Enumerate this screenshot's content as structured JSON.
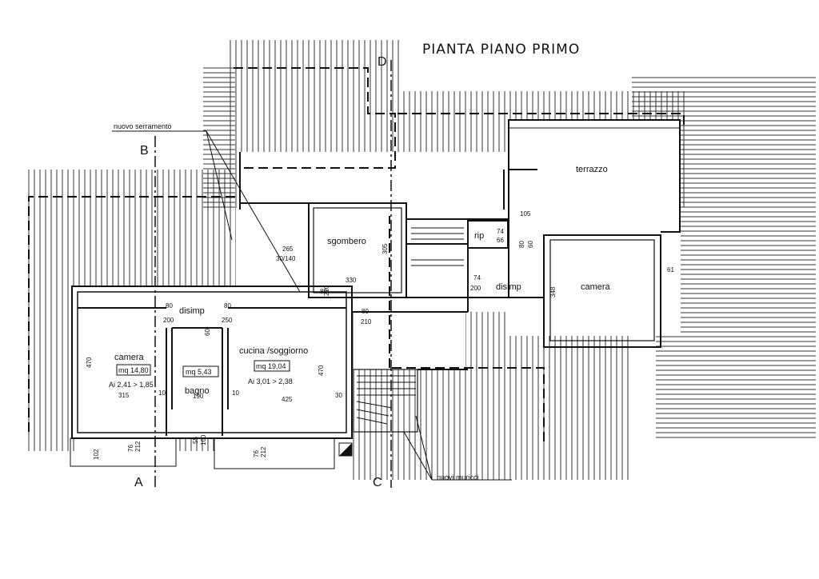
{
  "title": "PIANTA PIANO PRIMO",
  "sections": {
    "a": "A",
    "b": "B",
    "c": "C",
    "d": "D"
  },
  "notes": {
    "nuovo_serramento": "nuovo serramento",
    "nuovi_muricci": "nuovi muricci"
  },
  "rooms": {
    "sgombero": "sgombero",
    "terrazzo": "terrazzo",
    "rip": "rip",
    "disimp_right": "disimp",
    "camera_right": "camera",
    "disimp_left": "disimp",
    "camera_left": "camera",
    "bagno": "bagno",
    "cucina": "cucina /soggiorno"
  },
  "areas": {
    "camera_left": "mq 14,80",
    "bagno": "mq 5,43",
    "cucina": "mq 19,04"
  },
  "ratios": {
    "camera_left": "Ai 2,41 > 1,85",
    "cucina": "Ai 3,01 > 2,38"
  },
  "dimensions": {
    "d470a": "470",
    "d470b": "470",
    "d315": "315",
    "d10a": "10",
    "d190": "190",
    "d10b": "10",
    "d425": "425",
    "d30a": "30",
    "d210a": "210",
    "d330": "330",
    "d305": "305",
    "d265": "265",
    "d30_140": "30/140",
    "d80a": "80",
    "d200a": "200",
    "d80b": "80",
    "d250": "250",
    "d60": "60",
    "d80c": "80",
    "d210b": "210",
    "d74a": "74",
    "d66": "66",
    "d105": "105",
    "d80d": "80",
    "d74b": "74",
    "d200b": "200",
    "d348": "348",
    "d61": "61",
    "d102": "102",
    "d55": "55",
    "d100": "100",
    "d76a": "76",
    "d76b": "76",
    "d212a": "212",
    "d212b": "212",
    "d80e": "80",
    "d60b": "60"
  }
}
